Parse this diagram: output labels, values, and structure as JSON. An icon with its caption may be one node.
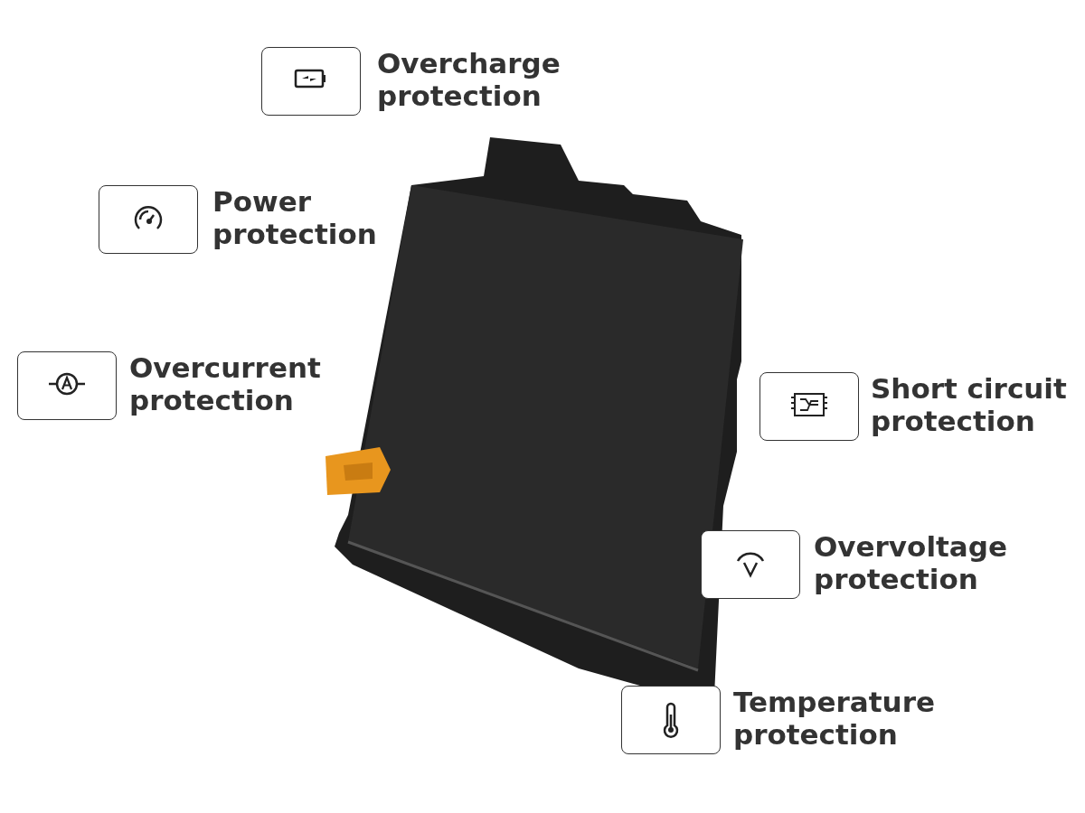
{
  "diagram": {
    "labels": [
      "Overcharge protection",
      "Power protection",
      "Overcurrent protection",
      "Short circuit protection",
      "Overvoltage protection",
      "Temperature protection"
    ]
  }
}
